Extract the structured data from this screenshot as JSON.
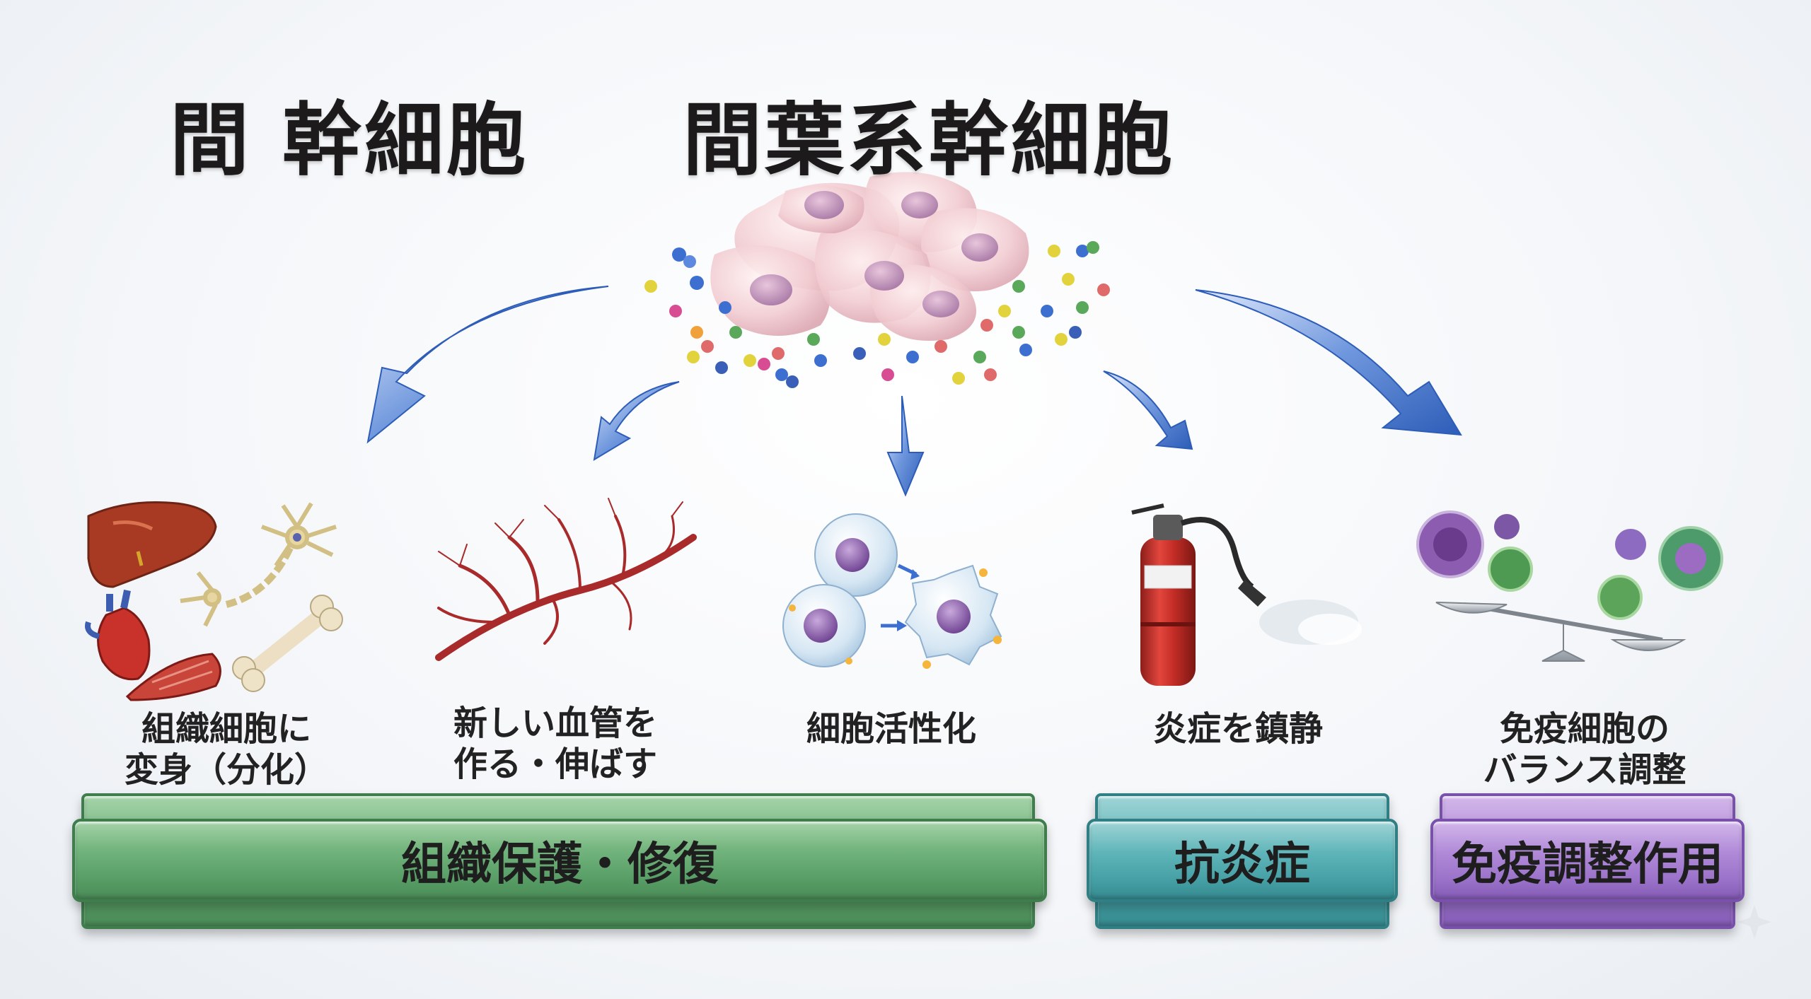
{
  "titles": {
    "left": "間 幹細胞",
    "main": "間葉系幹細胞"
  },
  "functions": [
    {
      "line1": "組織細胞に",
      "line2": "変身（分化）"
    },
    {
      "line1": "新しい血管を",
      "line2": "作る・伸ばす"
    },
    {
      "line1": "細胞活性化",
      "line2": ""
    },
    {
      "line1": "炎症を鎮静",
      "line2": ""
    },
    {
      "line1": "免疫細胞の",
      "line2": "バランス調整"
    }
  ],
  "categories": {
    "tissue": "組織保護・修復",
    "anti_inflammatory": "抗炎症",
    "immune": "免疫調整作用"
  },
  "colors": {
    "arrow": "#3f6fc7",
    "tissue_bar": "#5aa068",
    "anti_inflammatory_bar": "#45a0a5",
    "immune_bar": "#9a72c9"
  },
  "icons": [
    "stem-cell-cluster-icon",
    "liver-icon",
    "neuron-icon",
    "heart-icon",
    "muscle-icon",
    "bone-icon",
    "blood-vessel-icon",
    "cell-activation-icon",
    "fire-extinguisher-icon",
    "immune-balance-icon",
    "sparkle-icon"
  ]
}
